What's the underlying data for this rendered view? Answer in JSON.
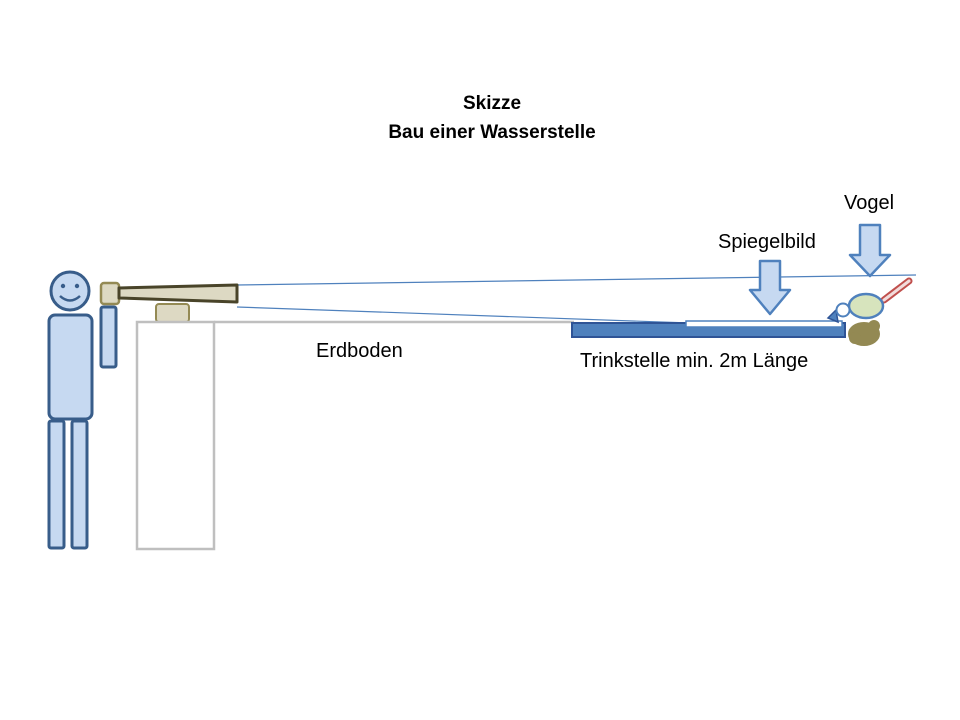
{
  "title": {
    "line1": "Skizze",
    "line2": "Bau einer Wasserstelle"
  },
  "labels": {
    "ground": "Erdboden",
    "trough": "Trinkstelle min. 2m Länge",
    "mirror_image": "Spiegelbild",
    "bird": "Vogel"
  },
  "colors": {
    "figure_fill": "#c6d9f1",
    "figure_stroke": "#385d8a",
    "tube_fill": "#ddd9c3",
    "tube_stroke": "#494429",
    "tube_end_stroke": "#948a54",
    "ground_stroke": "#bfbfbf",
    "trough_fill": "#4f81bd",
    "trough_stroke": "#2f5496",
    "sight_line": "#4f81bd",
    "arrow_fill": "#c6d9f1",
    "bird_body": "#d7e4bd",
    "bird_food": "#938953",
    "bird_beak": "#f2dcdb",
    "bird_beak_stroke": "#c0504d"
  },
  "icons": {
    "person": "smiley-person-icon",
    "scope": "viewing-tube-icon",
    "arrow": "down-arrow-icon",
    "bird": "bird-icon"
  }
}
